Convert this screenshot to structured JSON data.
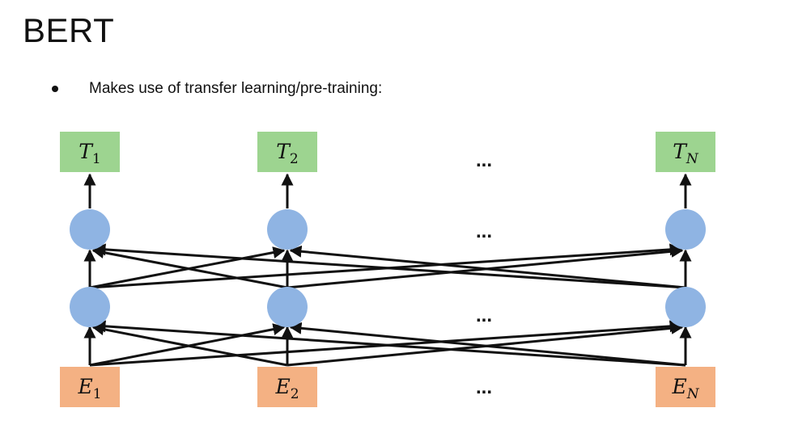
{
  "slide": {
    "title": "BERT",
    "bullet": "Makes use of transfer learning/pre-training:"
  },
  "diagram": {
    "outputs": [
      {
        "letter": "T",
        "sub": "1"
      },
      {
        "letter": "T",
        "sub": "2"
      },
      {
        "letter": "T",
        "sub": "N"
      }
    ],
    "inputs": [
      {
        "letter": "E",
        "sub": "1"
      },
      {
        "letter": "E",
        "sub": "2"
      },
      {
        "letter": "E",
        "sub": "N"
      }
    ],
    "ellipsis": "...",
    "colors": {
      "output_box": "#9dd490",
      "input_box": "#f4b183",
      "node": "#8fb4e3",
      "arrow": "#111111"
    }
  }
}
